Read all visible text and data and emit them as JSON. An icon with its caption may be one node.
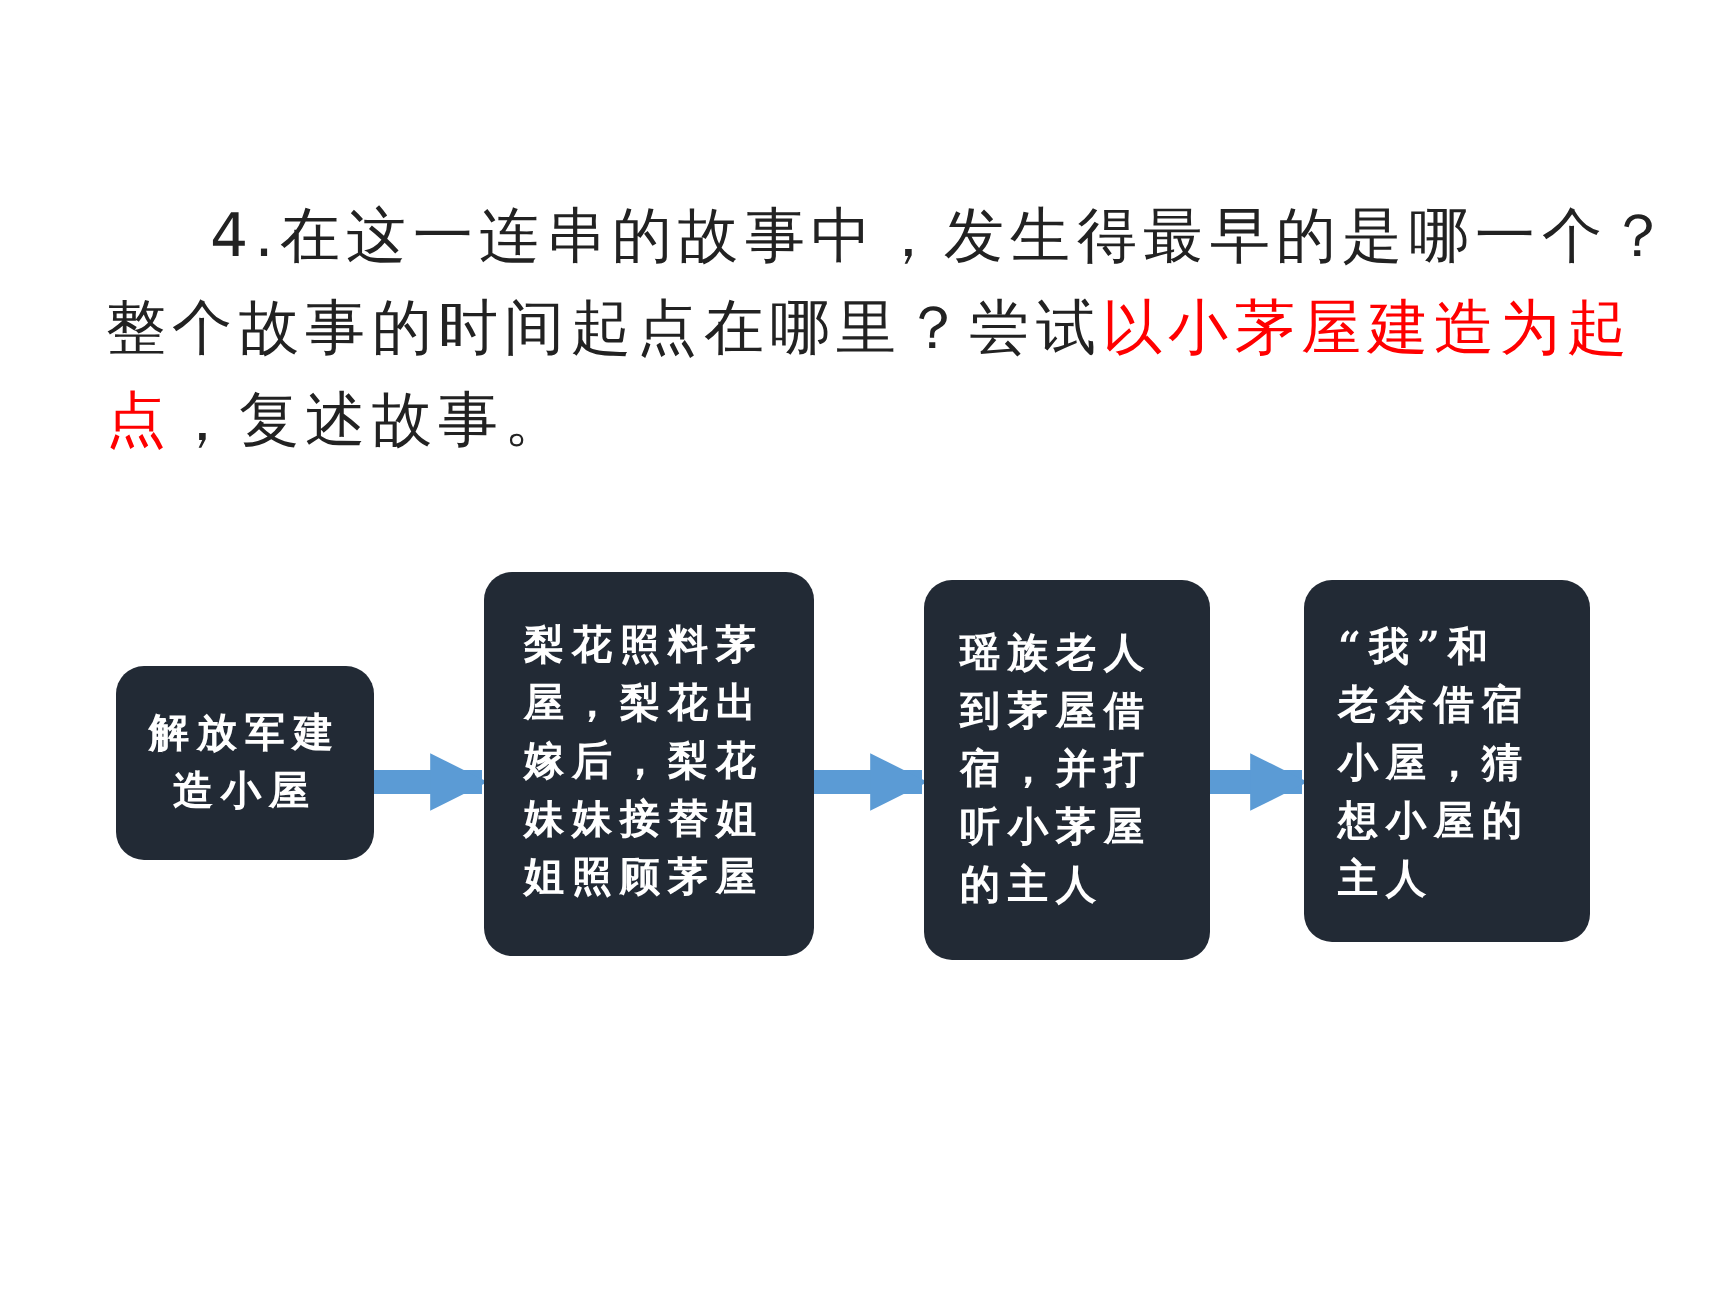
{
  "diagram": {
    "title": "4.在这一连串的故事中，发生得最早的是哪一个？整个故事的时间起点在哪里？尝试**以小茅屋建造为起点**，复述故事。",
    "nodes": [
      {
        "text": [
          "解放军建造小屋"
        ]
      },
      {
        "text": [
          "梨花照料茅屋，梨花出嫁后，梨花妹妹接替姐姐照顾茅屋"
        ]
      },
      {
        "text": [
          "瑶族老人到茅屋借宿，并打听小茅屋的主人"
        ]
      },
      {
        "text": [
          "“我”和老余借宿小屋，猜想小屋的主人"
        ]
      }
    ],
    "edges": [
      {
        "from": 0,
        "to": 1,
        "arrow": "to"
      },
      {
        "from": 1,
        "to": 2,
        "arrow": "to"
      },
      {
        "from": 2,
        "to": 3,
        "arrow": "to"
      }
    ]
  }
}
